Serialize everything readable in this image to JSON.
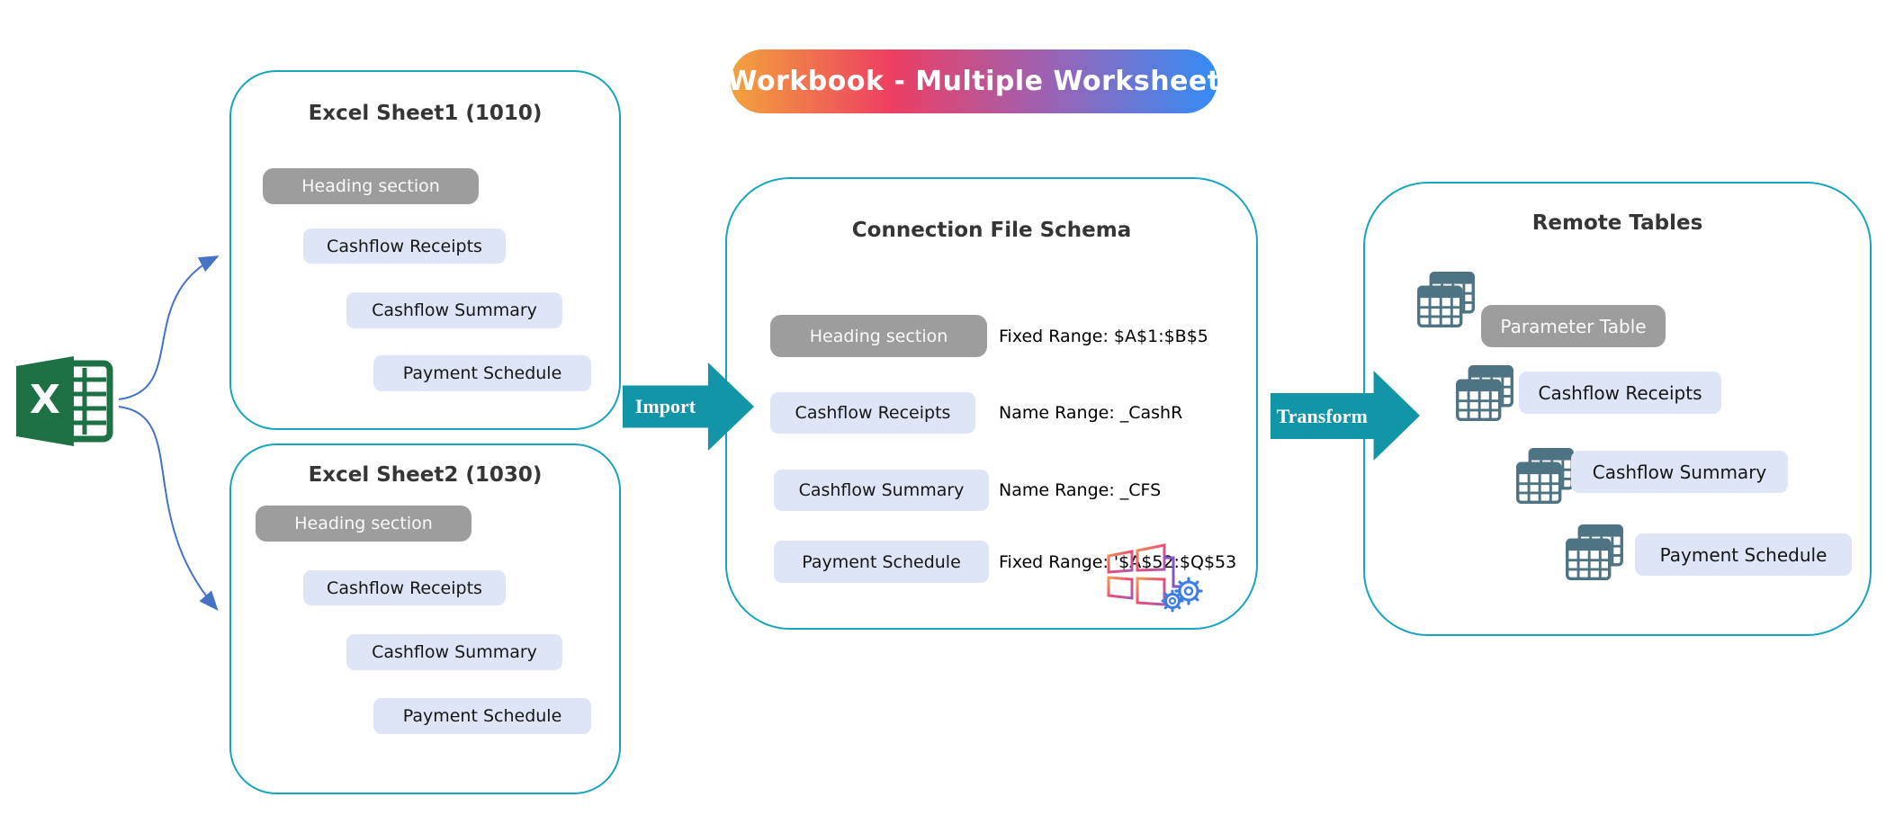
{
  "banner": {
    "title": "Workbook - Multiple Worksheet"
  },
  "panels": {
    "sheet1": {
      "title": "Excel Sheet1 (1010)",
      "items": [
        {
          "label": "Heading section",
          "variant": "gray"
        },
        {
          "label": "Cashflow Receipts",
          "variant": "blue"
        },
        {
          "label": "Cashflow Summary",
          "variant": "blue"
        },
        {
          "label": "Payment Schedule",
          "variant": "blue"
        }
      ]
    },
    "sheet2": {
      "title": "Excel Sheet2 (1030)",
      "items": [
        {
          "label": "Heading section",
          "variant": "gray"
        },
        {
          "label": "Cashflow Receipts",
          "variant": "blue"
        },
        {
          "label": "Cashflow Summary",
          "variant": "blue"
        },
        {
          "label": "Payment Schedule",
          "variant": "blue"
        }
      ]
    },
    "schema": {
      "title": "Connection File Schema",
      "rows": [
        {
          "label": "Heading section",
          "variant": "gray",
          "annotation": "Fixed Range: $A$1:$B$5"
        },
        {
          "label": "Cashflow Receipts",
          "variant": "blue",
          "annotation": "Name Range: _CashR"
        },
        {
          "label": "Cashflow Summary",
          "variant": "blue",
          "annotation": "Name Range: _CFS"
        },
        {
          "label": "Payment Schedule",
          "variant": "blue",
          "annotation": "Fixed Range: '$A$52:$Q$53"
        }
      ]
    },
    "remote": {
      "title": "Remote Tables",
      "rows": [
        {
          "label": "Parameter Table",
          "variant": "gray"
        },
        {
          "label": "Cashflow Receipts",
          "variant": "blue"
        },
        {
          "label": "Cashflow Summary",
          "variant": "blue"
        },
        {
          "label": "Payment Schedule",
          "variant": "blue"
        }
      ]
    }
  },
  "connectors": {
    "import_label": "Import",
    "transform_label": "Transform"
  },
  "icons": {
    "excel": "excel-logo",
    "table": "stacked-tables",
    "windows_gears": "windows-panes-with-gears"
  },
  "colors": {
    "panel_border": "#16A5BC",
    "block_arrow": "#1295A6",
    "chip_blue": "#DDE5F6",
    "chip_gray": "#9D9D9D",
    "table_icon": "#4E7382",
    "excel_green": "#1E7145",
    "connector_blue": "#4472C4",
    "banner_gradient": [
      "#F2A33C",
      "#EE3E62",
      "#9A63B5",
      "#338CF5"
    ]
  }
}
